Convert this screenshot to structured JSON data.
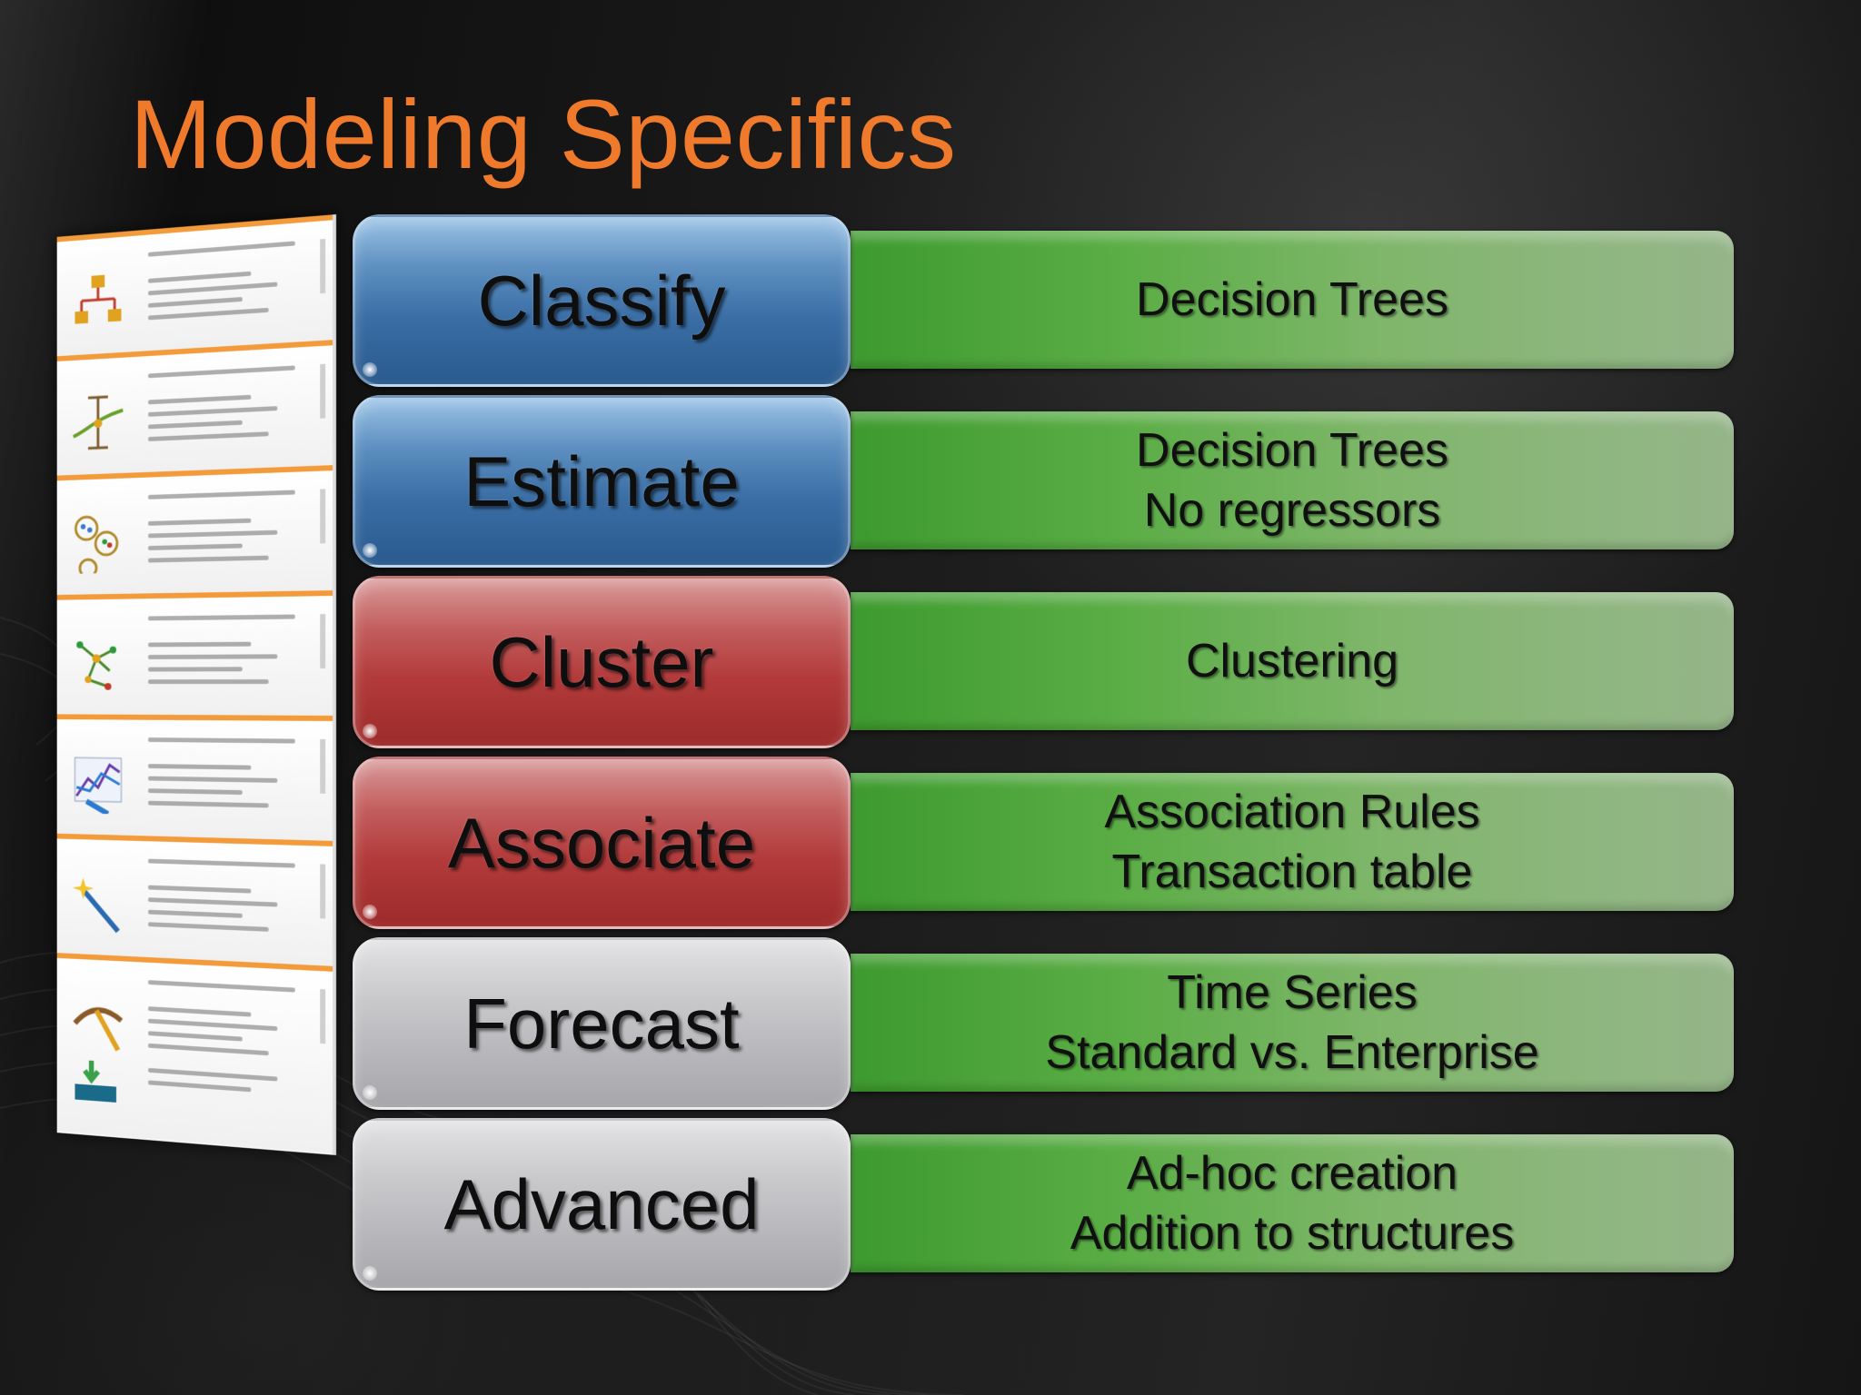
{
  "slide": {
    "title": "Modeling Specifics",
    "colors": {
      "title": "#f07a2b",
      "blue": "#3a6ea5",
      "red": "#b23a3a",
      "gray": "#b6b6ba",
      "green": "#5aad45",
      "thumb_accent": "#f39a3a"
    }
  },
  "thumbnails": {
    "icons": [
      "org-chart-icon",
      "graph-plot-icon",
      "cluster-circles-icon",
      "network-icon",
      "line-chart-icon",
      "wand-icon",
      "mining-tool-icon"
    ]
  },
  "rows": [
    {
      "category": "Classify",
      "color": "blue",
      "lines": [
        "Decision Trees"
      ]
    },
    {
      "category": "Estimate",
      "color": "blue",
      "lines": [
        "Decision Trees",
        "No regressors"
      ]
    },
    {
      "category": "Cluster",
      "color": "red",
      "lines": [
        "Clustering"
      ]
    },
    {
      "category": "Associate",
      "color": "red",
      "lines": [
        "Association Rules",
        "Transaction table"
      ]
    },
    {
      "category": "Forecast",
      "color": "gray",
      "lines": [
        "Time Series",
        "Standard vs. Enterprise"
      ]
    },
    {
      "category": "Advanced",
      "color": "gray",
      "lines": [
        "Ad-hoc creation",
        "Addition to structures"
      ]
    }
  ]
}
